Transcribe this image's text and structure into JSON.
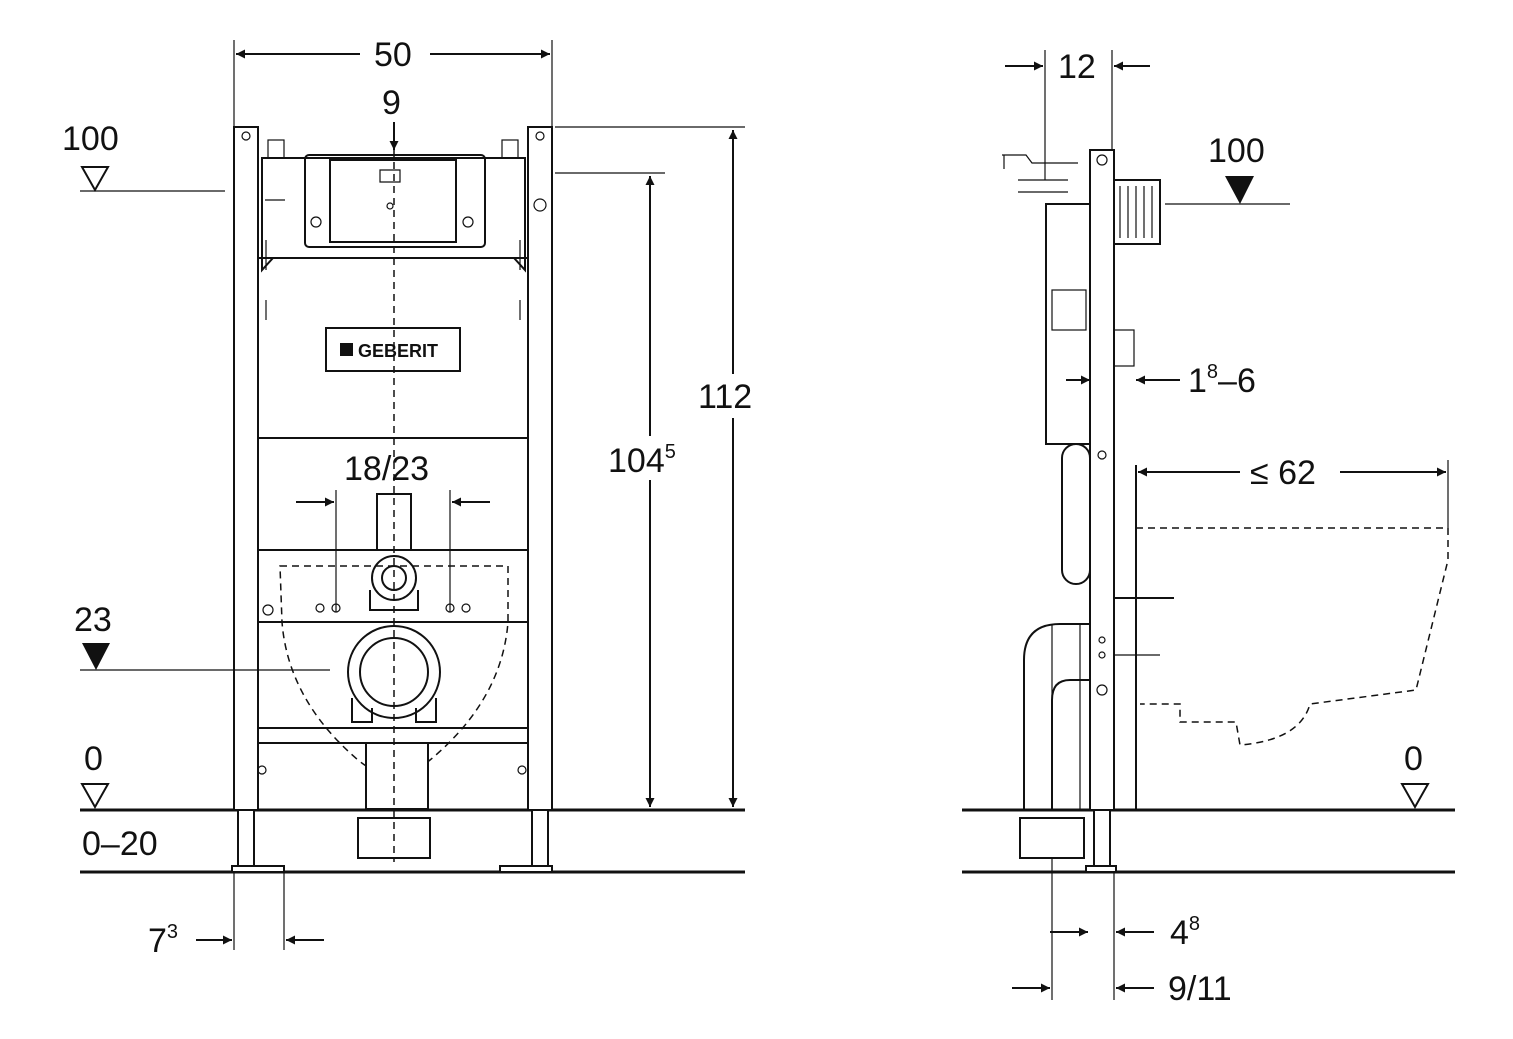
{
  "front_view": {
    "width_label": "50",
    "flush_offset_label": "9",
    "level_100_label": "100",
    "spacing_label": "18/23",
    "height_1045_label": "104",
    "height_1045_sup": "5",
    "height_112_label": "112",
    "level_23_label": "23",
    "level_0_label": "0",
    "floor_range_label": "0–20",
    "foot_label": "7",
    "foot_sup": "3",
    "logo_text": "GEBERIT"
  },
  "side_view": {
    "depth_12_label": "12",
    "level_100_label": "100",
    "wall_gap_label_main": "1",
    "wall_gap_sup": "8",
    "wall_gap_label_tail": "–6",
    "bowl_length_label": "≤ 62",
    "level_0_label": "0",
    "pipe_offset_label": "4",
    "pipe_offset_sup": "8",
    "pipe_offset_2_label": "9/11"
  }
}
